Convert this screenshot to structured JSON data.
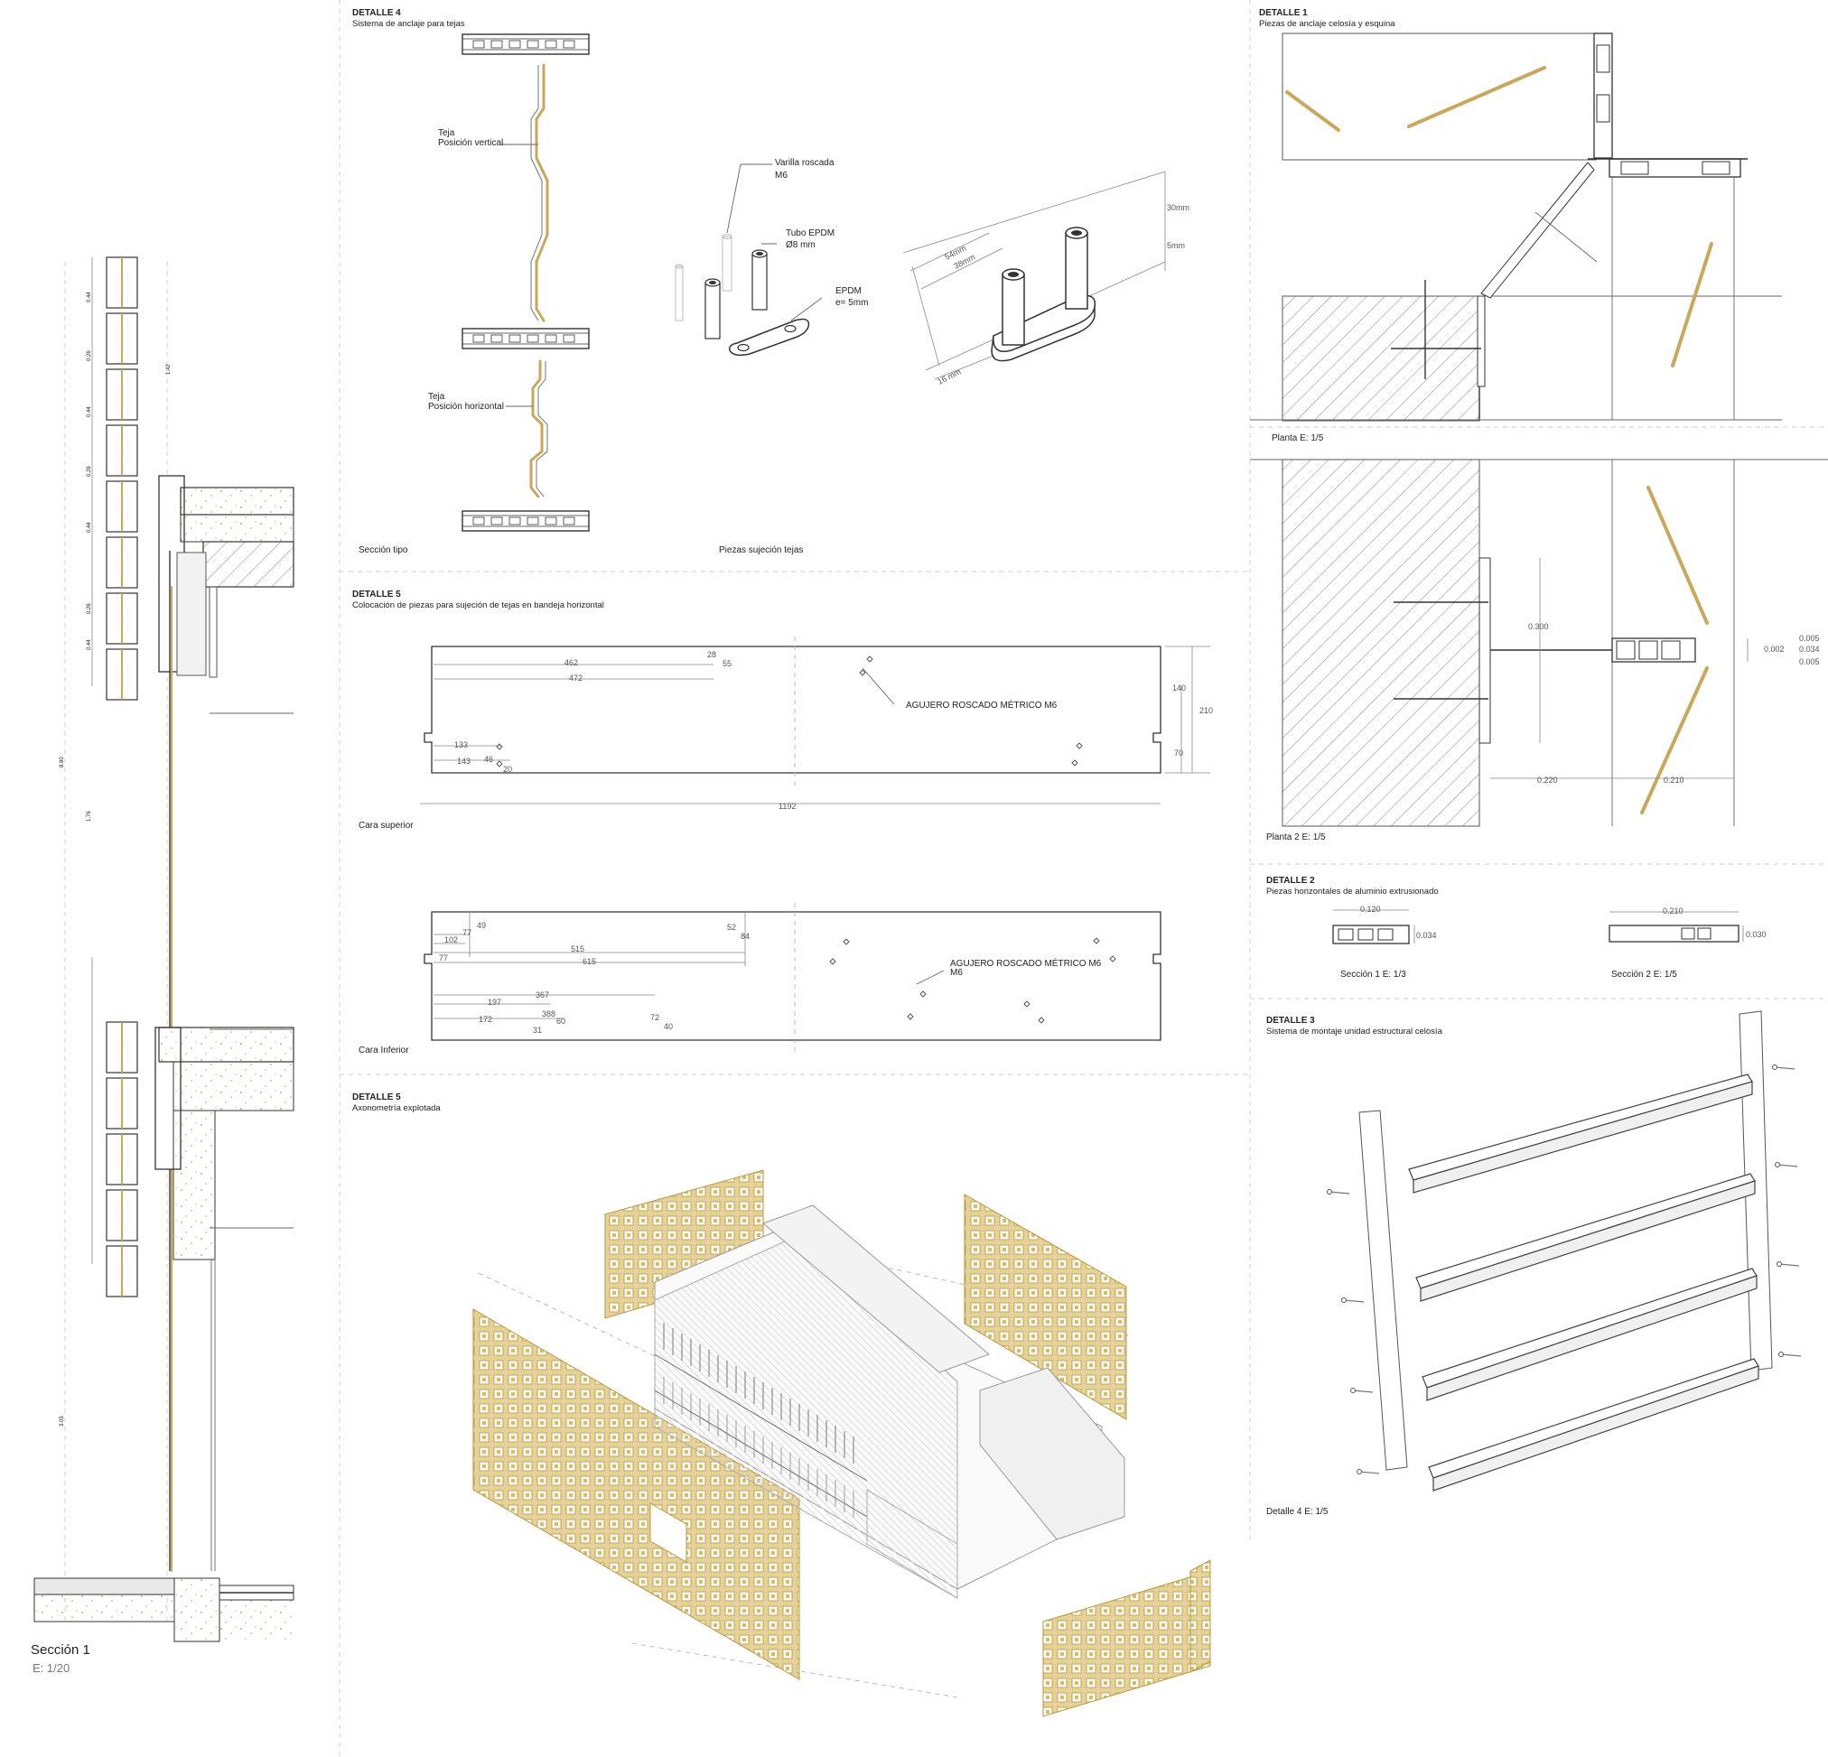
{
  "colors": {
    "accent_gold": "#c9a85a",
    "line": "#333333",
    "hatch": "#888888"
  },
  "section1": {
    "title": "Sección 1",
    "scale": "E: 1/20"
  },
  "detalle4": {
    "heading": "DETALLE 4",
    "subtitle": "Sistema de anclaje para tejas",
    "label_vertical_1": "Teja",
    "label_vertical_2": "Posición vertical",
    "label_horizontal_1": "Teja",
    "label_horizontal_2": "Posición horizontal",
    "caption_section": "Sección tipo",
    "caption_pieces": "Piezas sujeción tejas",
    "rod_1": "Varilla roscada",
    "rod_2": "M6",
    "tube_1": "Tubo EPDM",
    "tube_2": "Ø8 mm",
    "epdm_1": "EPDM",
    "epdm_2": "e= 5mm",
    "dim_54": "54mm",
    "dim_38": "38mm",
    "dim_16": "16 mm",
    "dim_30": "30mm",
    "dim_5": "5mm"
  },
  "detalle5a": {
    "heading": "DETALLE 5",
    "subtitle": "Colocación de piezas para sujeción de tejas en bandeja horizontal",
    "caption_top": "Cara superior",
    "caption_bottom": "Cara Inferior",
    "hole_label_top": "AGUJERO ROSCADO MÉTRICO M6",
    "hole_label_bottom_1": "AGUJERO ROSCADO MÉTRICO M6",
    "hole_label_bottom_2": "M6",
    "top_dims": [
      "462",
      "472",
      "28",
      "55",
      "133",
      "143",
      "46",
      "20",
      "140",
      "210",
      "70",
      "1192"
    ],
    "bottom_dims": [
      "49",
      "77",
      "102",
      "77",
      "515",
      "615",
      "52",
      "84",
      "367",
      "197",
      "388",
      "172",
      "60",
      "31",
      "72",
      "40"
    ]
  },
  "detalle5b": {
    "heading": "DETALLE 5",
    "subtitle": "Axonometría explotada"
  },
  "detalle1": {
    "heading": "DETALLE 1",
    "subtitle": "Piezas de anclaje celosía y esquina",
    "plan1_caption": "Planta E: 1/5",
    "plan2_caption": "Planta 2 E: 1/5",
    "dims": [
      "0.300",
      "0.220",
      "0.210",
      "0.005",
      "0.002",
      "0.034",
      "0.005"
    ]
  },
  "detalle2": {
    "heading": "DETALLE 2",
    "subtitle": "Piezas horizontales de aluminio extrusionado",
    "sec1_caption": "Sección 1 E: 1/3",
    "sec2_caption": "Sección 2 E: 1/5",
    "sec1_width": "0.120",
    "sec1_height": "0.034",
    "sec2_width": "0.210",
    "sec2_height": "0.030"
  },
  "detalle3": {
    "heading": "DETALLE 3",
    "subtitle": "Sistema de montaje unidad estructural celosía",
    "caption": "Detalle 4 E: 1/5"
  },
  "section_dims": [
    "0.44",
    "0.26",
    "0.44",
    "0.26",
    "0.44",
    "0.26",
    "0.44",
    "1.42",
    "8.80",
    "1.76",
    "3.05"
  ]
}
